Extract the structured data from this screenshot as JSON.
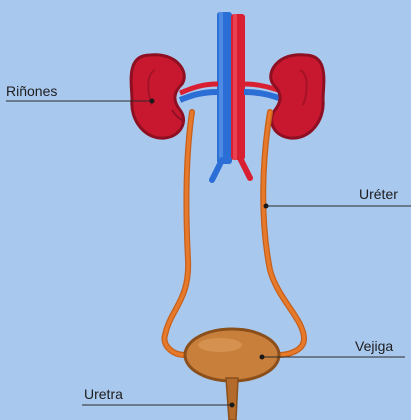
{
  "labels": {
    "kidneys": "Riñones",
    "ureter": "Uréter",
    "bladder": "Vejiga",
    "urethra": "Uretra"
  },
  "colors": {
    "background": "#a9c8ee",
    "kidney": "#c8182f",
    "kidney_dark": "#8e0f22",
    "artery": "#d91f32",
    "vein": "#2b6fd6",
    "ureter": "#e7792b",
    "bladder": "#c97f3c",
    "leader_line": "#2a2a2a"
  }
}
